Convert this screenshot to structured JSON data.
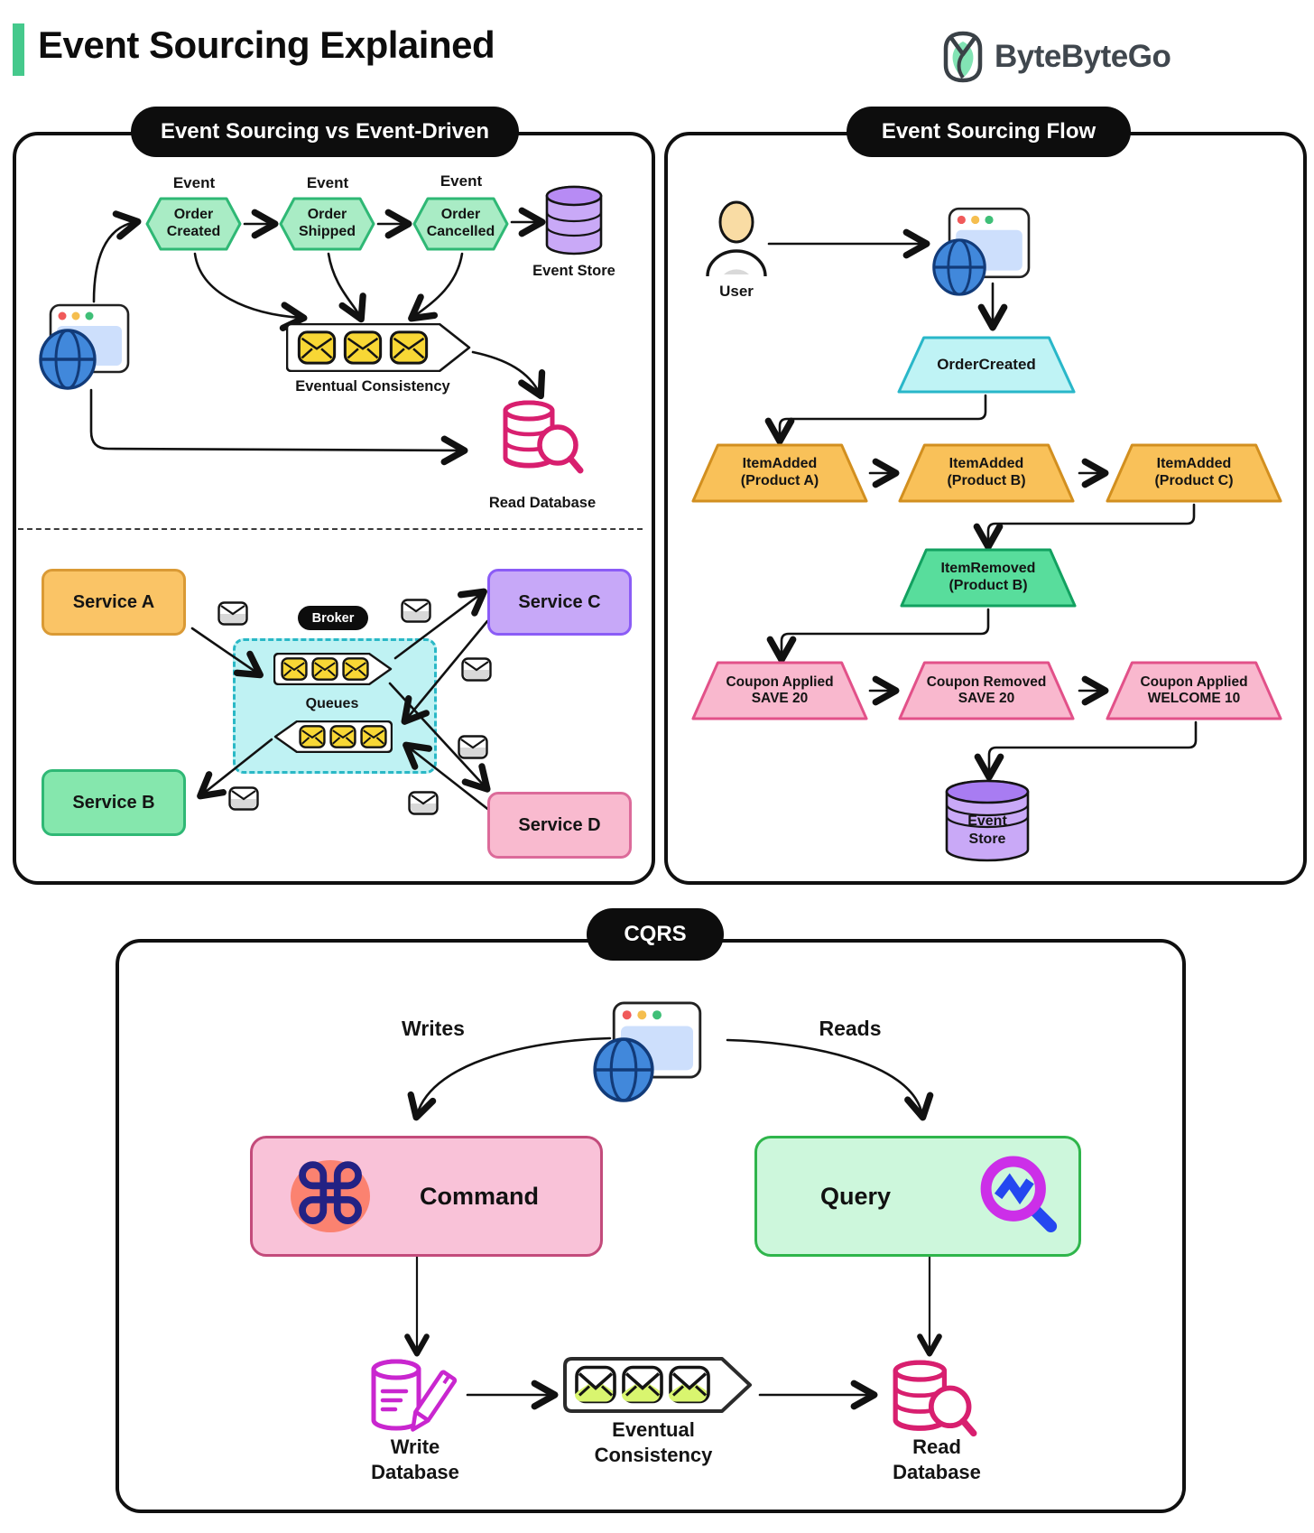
{
  "header": {
    "title": "Event Sourcing Explained",
    "brand": "ByteByteGo"
  },
  "panel_left": {
    "title": "Event Sourcing vs Event-Driven",
    "event_label": "Event",
    "hexagons": [
      {
        "l1": "Order",
        "l2": "Created"
      },
      {
        "l1": "Order",
        "l2": "Shipped"
      },
      {
        "l1": "Order",
        "l2": "Cancelled"
      }
    ],
    "event_store": "Event Store",
    "eventual_consistency": "Eventual Consistency",
    "read_database": "Read Database",
    "broker": "Broker",
    "queues": "Queues",
    "services": [
      {
        "label": "Service A"
      },
      {
        "label": "Service B"
      },
      {
        "label": "Service C"
      },
      {
        "label": "Service D"
      }
    ]
  },
  "panel_right": {
    "title": "Event Sourcing Flow",
    "user": "User",
    "order_created": "OrderCreated",
    "item_added": [
      {
        "l1": "ItemAdded",
        "l2": "(Product A)"
      },
      {
        "l1": "ItemAdded",
        "l2": "(Product B)"
      },
      {
        "l1": "ItemAdded",
        "l2": "(Product C)"
      }
    ],
    "item_removed": {
      "l1": "ItemRemoved",
      "l2": "(Product B)"
    },
    "coupons": [
      {
        "l1": "Coupon Applied",
        "l2": "SAVE 20"
      },
      {
        "l1": "Coupon Removed",
        "l2": "SAVE 20"
      },
      {
        "l1": "Coupon Applied",
        "l2": "WELCOME 10"
      }
    ],
    "event_store": {
      "l1": "Event",
      "l2": "Store"
    }
  },
  "panel_cqrs": {
    "title": "CQRS",
    "writes": "Writes",
    "reads": "Reads",
    "command": "Command",
    "command_symbol": "⌘",
    "query": "Query",
    "write_db": {
      "l1": "Write",
      "l2": "Database"
    },
    "eventual": {
      "l1": "Eventual",
      "l2": "Consistency"
    },
    "read_db": {
      "l1": "Read",
      "l2": "Database"
    }
  },
  "colors": {
    "accent_green": "#45C98C",
    "hexagon_fill": "#A9ECC5",
    "hexagon_border": "#2FB875",
    "event_store_purple": "#C9A9F7",
    "envelope_yellow": "#F8D735",
    "read_db_pink": "#D81F6F",
    "write_db_magenta": "#C926CF",
    "cyan_box": "#BFF2F3",
    "cyan_border": "#2AB8C6",
    "service_a": "#FAC466",
    "service_b": "#85E7AD",
    "service_c": "#C7A8F8",
    "service_d": "#F9BACF",
    "trap_cyan": "#BFF3F5",
    "trap_orange": "#F9C159",
    "trap_green": "#58DD9C",
    "trap_pink": "#F9B8CE",
    "command_box": "#F9C2D8",
    "query_box": "#CDF7DC",
    "command_icon_bg": "#FB8270",
    "command_icon_glyph": "#232284",
    "query_ring": "#CC2FE8",
    "query_zigzag": "#2447F0",
    "pill_black": "#0d0d0d"
  }
}
